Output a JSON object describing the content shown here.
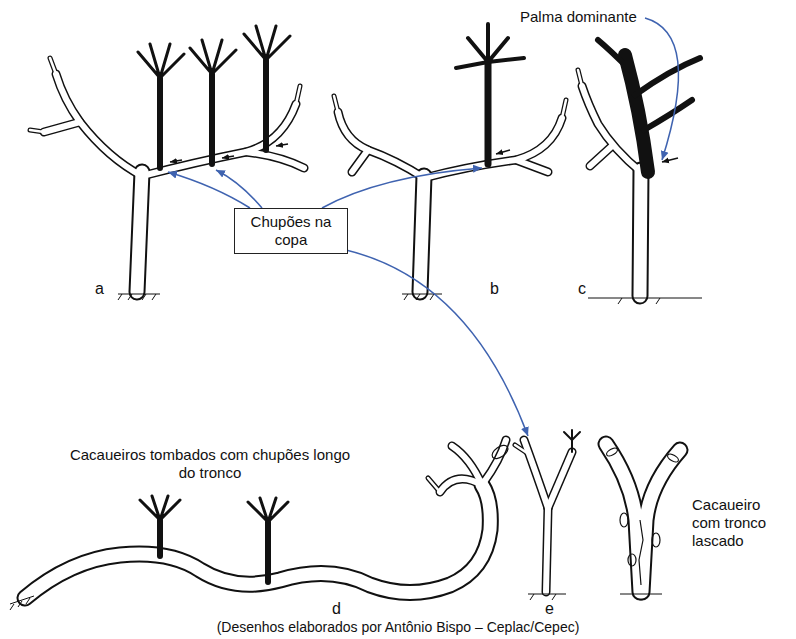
{
  "diagram": {
    "caption": "(Desenhos elaborados por Antônio Bispo – Ceplac/Cepec)",
    "nodes": [
      {
        "text": [
          "Chupões na copa"
        ]
      }
    ],
    "labels": [
      "Palma dominante",
      "a",
      "b",
      "c",
      "Cacaueiros tombados com chupões longo do tronco",
      "d",
      "e",
      "Cacaueiro com tronco lascado"
    ]
  }
}
